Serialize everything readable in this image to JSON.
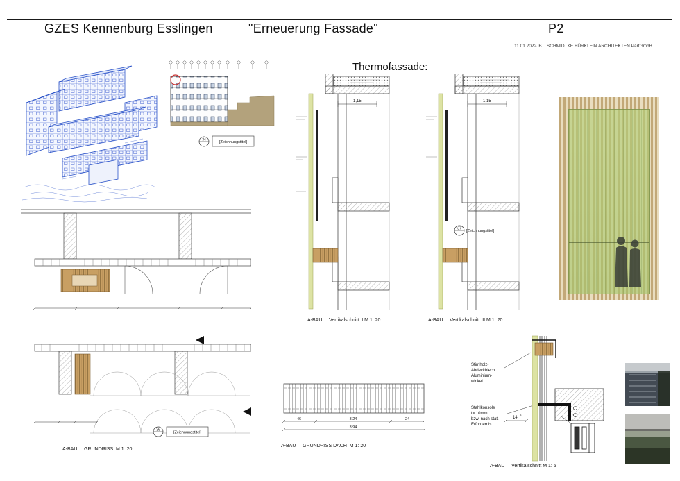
{
  "header": {
    "title_left": "GZES Kennenburg Esslingen",
    "title_center": "\"Erneuerung Fassade\"",
    "title_right": "P2",
    "credit": "11.01.2022JB    SCHMIDTKE BÜRKLEIN ARCHITEKTEN PartGmbB"
  },
  "headings": {
    "thermofassade": "Thermofassade:"
  },
  "labels": {
    "zeichnungstitel": "[Zeichnungstitel]"
  },
  "markers": {
    "elevation": "34",
    "section_ii": "37",
    "grundriss": "36"
  },
  "captions": {
    "section_i": "A-BAU     Vertikalschnitt  I M 1: 20",
    "section_ii": "A-BAU     Vertikalschnitt  II M 1: 20",
    "grundriss": "A-BAU     GRUNDRISS  M 1: 20",
    "grundriss_dach": "A-BAU     GRUNDRISS DACH  M 1: 20",
    "detail": "A-BAU     Vertikalschnitt M 1: 5"
  },
  "annotations": {
    "dim_115": "1,15",
    "stirnholz": "Stirnholz-\nAbdeckblech\nAluminium-\nwinkel",
    "stahlkonsole": "Stahlkonsole\nt= 10mm\nbzw. nach stat.\nErfordernis",
    "dim_14": "14",
    "dim_5": "5",
    "roof_dims": {
      "d1": "46",
      "d2": "3,24",
      "d3": "24",
      "total": "3,94"
    }
  },
  "colors": {
    "sketch_blue": "#2a52c8",
    "wood_tan": "#c89f63",
    "hill_tan": "#b3a27c",
    "insulation_green": "#dde3a4",
    "glass_green": "#bcd48a"
  }
}
